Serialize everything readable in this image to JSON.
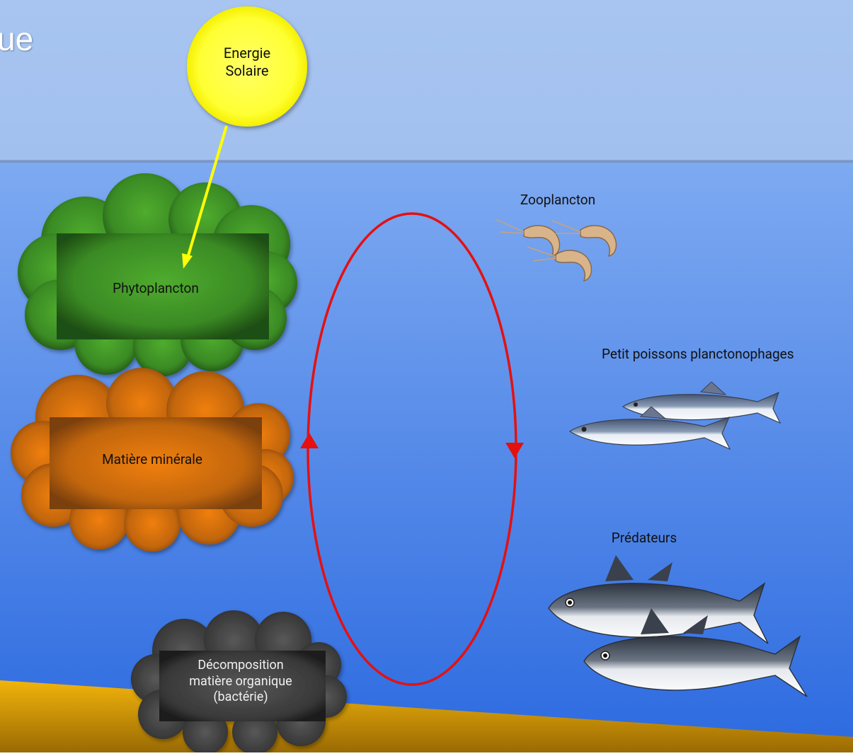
{
  "title_fragment": "ue",
  "labels": {
    "sun": [
      "Energie",
      "Solaire"
    ],
    "phyto": "Phytoplancton",
    "mineral": "Matière minérale",
    "decomp": [
      "Décomposition",
      "matière organique",
      "(bactérie)"
    ],
    "zoo": "Zooplancton",
    "small_fish": "Petit poissons planctonophages",
    "predators": "Prédateurs"
  },
  "colors": {
    "sky": "#a4c2f0",
    "sea_top": "#7aa8f0",
    "sea_bottom": "#2f6fe0",
    "sun": "#ffff33",
    "phyto": "#3f9a2a",
    "mineral": "#d8720f",
    "decomp": "#3c3c3c",
    "cycle": "#e51010",
    "sun_arrow": "#ffff00",
    "seabed": "#e8aa08"
  }
}
